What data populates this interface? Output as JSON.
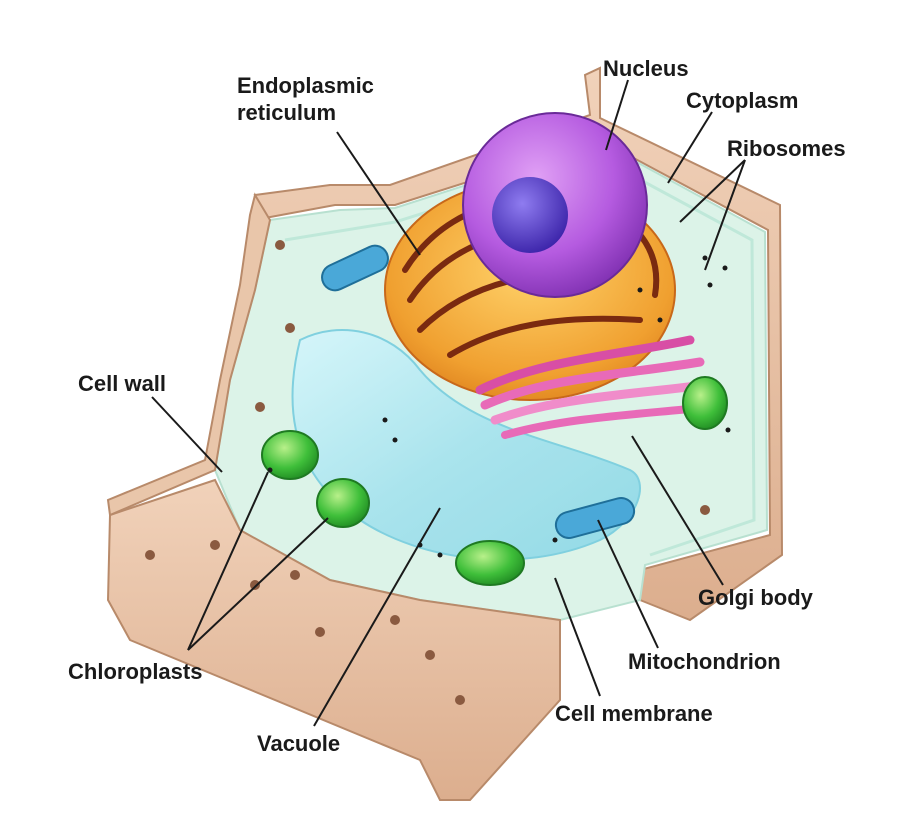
{
  "diagram": {
    "labels": {
      "endoplasmic_reticulum": [
        "Endoplasmic",
        "reticulum"
      ],
      "nucleus": "Nucleus",
      "cytoplasm": "Cytoplasm",
      "ribosomes": "Ribosomes",
      "cell_wall": "Cell wall",
      "golgi_body": "Golgi body",
      "mitochondrion": "Mitochondrion",
      "chloroplasts": "Chloroplasts",
      "cell_membrane": "Cell membrane",
      "vacuole": "Vacuole"
    },
    "colors": {
      "cell_wall": "#e7c0a2",
      "cell_wall_shadow": "#c99a7c",
      "cytoplasm": "#d9f2e6",
      "vacuole": "#a8e4ee",
      "nucleus": "#b55be0",
      "nucleolus": "#5a3ec8",
      "er": "#f0a030",
      "er_dark": "#7a2a10",
      "golgi": "#e86ab8",
      "chloroplast": "#3fbf3a",
      "mitochondrion": "#4aa8d8",
      "leader_line": "#1a1a1a"
    }
  }
}
